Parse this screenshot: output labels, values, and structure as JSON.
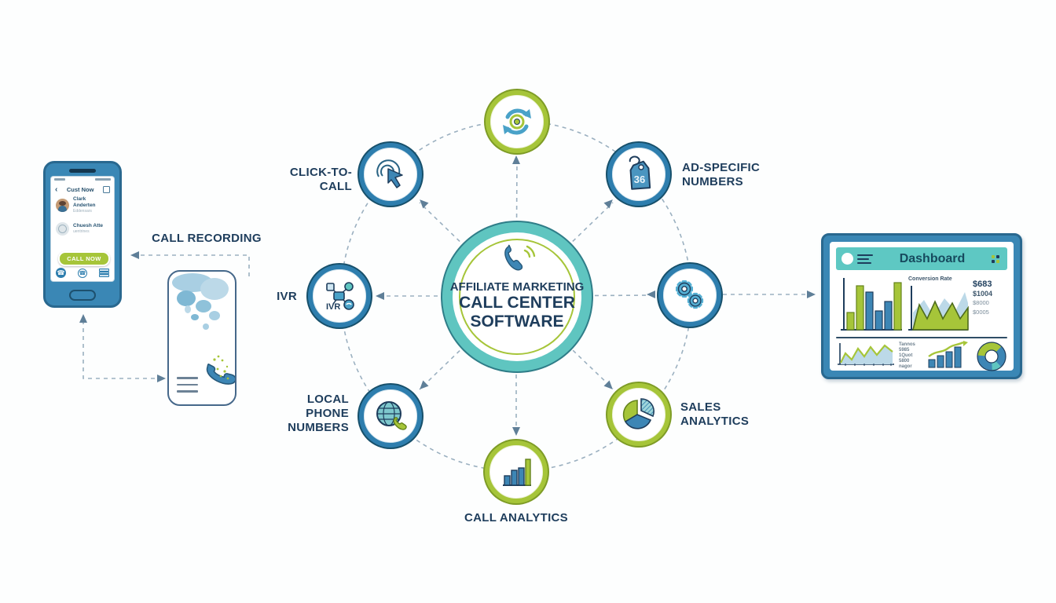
{
  "labels": {
    "click_to_call": "CLICK-TO-CALL",
    "ad_specific_1": "AD-SPECIFIC",
    "ad_specific_2": "NUMBERS",
    "ivr": "IVR",
    "local_1": "LOCAL",
    "local_2": "PHONE",
    "local_3": "NUMBERS",
    "sales_1": "SALES",
    "sales_2": "ANALYTICS",
    "call_analytics": "CALL ANALYTICS",
    "call_recording": "CALL RECORDING"
  },
  "hub": {
    "line1": "AFFILIATE MARKETING",
    "line2": "CALL CENTER",
    "line3": "SOFTWARE"
  },
  "icons": {
    "tag_number": "36",
    "ivr_label": "IVR",
    "phone_glyph": "☎"
  },
  "phone": {
    "back": "‹",
    "header": "Cust Now",
    "contact1_name": "Clark Anderten",
    "contact1_sub": "Eddensars",
    "contact2_name": "Chuesh Atte",
    "contact2_sub": "uentrines",
    "cta": "CALL NOW"
  },
  "dashboard": {
    "title": "Dashboard",
    "conversion_label": "Conversion Rate",
    "stat1": "$683",
    "stat2": "$1004",
    "stat3": "$8000",
    "stat4": "$0005",
    "mini1": "Tannos",
    "mini2": "5985",
    "mini3": "1Quot",
    "mini4": "5800",
    "mini5": "nagor"
  },
  "colors": {
    "teal": "#5fc5c0",
    "green": "#a6c539",
    "blue": "#2e7eae",
    "navy": "#1e3d5c",
    "dash": "#9bb0c0"
  }
}
